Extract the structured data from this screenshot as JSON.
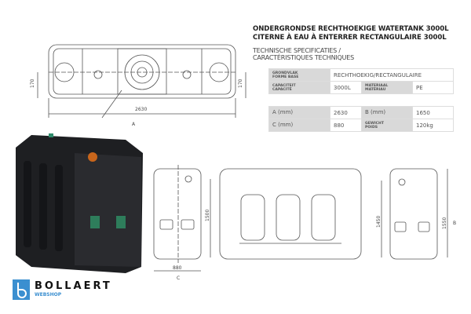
{
  "title_nl": "ONDERGRONDSE RECHTHOEKIGE WATERTANK 3000L",
  "title_fr": "CITERNE À EAU À ENTERRER RECTANGULAIRE 3000L",
  "specs_heading_1": "TECHNISCHE SPECIFICATIES /",
  "specs_heading_2": "CARACTÉRISTIQUES TECHNIQUES",
  "table1": {
    "base_label_nl": "GRONDVLAK",
    "base_label_fr": "FORME BASE",
    "base_value": "RECHTHOEKIG/RECTANGULAIRE",
    "capacity_label_nl": "CAPACITEIT",
    "capacity_label_fr": "CAPACITÉ",
    "capacity_value": "3000L",
    "material_label_nl": "MATERIAAL",
    "material_label_fr": "MATÉRIAU",
    "material_value": "PE"
  },
  "table2": {
    "a_label": "A (mm)",
    "a_value": "2630",
    "b_label": "B (mm)",
    "b_value": "1650",
    "c_label": "C (mm)",
    "c_value": "880",
    "weight_label_nl": "GEWICHT",
    "weight_label_fr": "POIDS",
    "weight_value": "120kg"
  },
  "drawing": {
    "top_left_170": "170",
    "top_right_170": "170",
    "length": "2630",
    "length_letter": "A",
    "side_height": "1500",
    "side_width": "880",
    "side_letter": "C",
    "end_height_inner": "1450",
    "end_height": "1550",
    "end_letter": "B"
  },
  "logo": {
    "name": "BOLLAERT",
    "tagline": "WEBSHOP",
    "color": "#3b8fd0"
  }
}
